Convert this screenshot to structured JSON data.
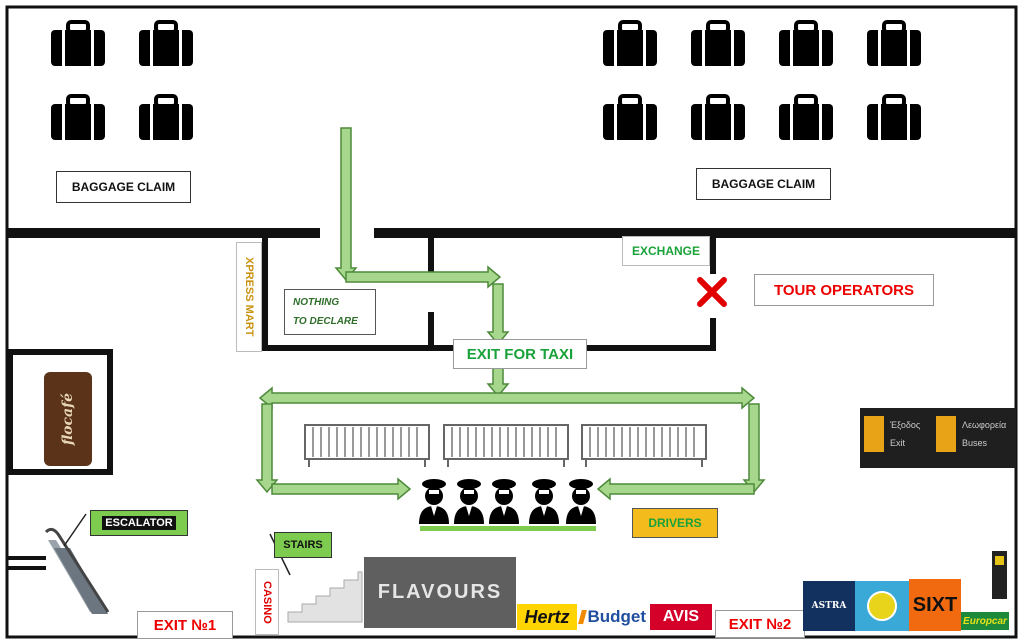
{
  "labels": {
    "baggage_claim_left": "BAGGAGE CLAIM",
    "baggage_claim_right": "BAGGAGE CLAIM",
    "xpress_mart": "XPRESS MART",
    "nothing_to_declare_1": "NOTHING",
    "nothing_to_declare_2": "TO DECLARE",
    "exchange": "EXCHANGE",
    "tour_operators": "TOUR OPERATORS",
    "exit_for_taxi": "EXIT FOR TAXI",
    "drivers": "DRIVERS",
    "escalator": "ESCALATOR",
    "stairs": "STAIRS",
    "casino": "CASINO",
    "exit_1": "EXIT №1",
    "exit_2": "EXIT №2"
  },
  "logos": {
    "flocafe": "flocafé",
    "flavours": "FLAVOURS",
    "hertz": "Hertz",
    "budget": "Budget",
    "avis": "AVIS",
    "astra": "ASTRA",
    "sixt": "SIXT",
    "europcar": "Europcar"
  },
  "signs": {
    "exit_greek": "Έξοδος",
    "exit_en": "Exit",
    "buses_greek": "Λεωφορεία",
    "buses_en": "Buses"
  },
  "colors": {
    "wall": "#111111",
    "route": "#a6d78c",
    "route_stroke": "#4d8a3a",
    "exit_text": "#e00000",
    "green_text": "#1aa23a",
    "drivers_box": "#f3bb1c",
    "tour_x": "#e00000"
  }
}
